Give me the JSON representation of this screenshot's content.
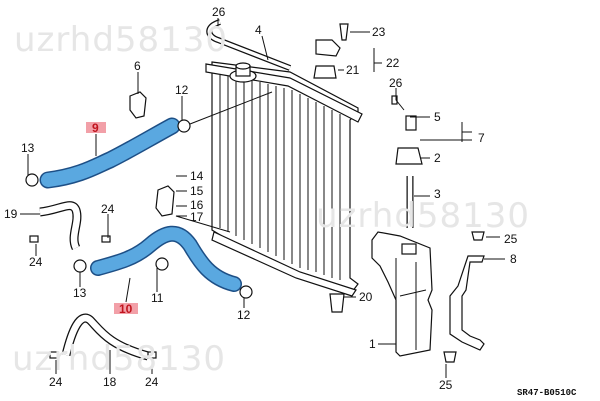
{
  "watermark": "uzrhd58130",
  "diagram_code": "SR47-B0510C",
  "colors": {
    "hose_highlight": "#5aa8e0",
    "label_highlight_bg": "#f2a0a8",
    "label_highlight_text": "#c0141e"
  },
  "callouts": {
    "c26a": "26",
    "c4": "4",
    "c23": "23",
    "c22": "22",
    "c21": "21",
    "c6": "6",
    "c12a": "12",
    "c26b": "26",
    "c5": "5",
    "c7": "7",
    "c2": "2",
    "c9": "9",
    "c13a": "13",
    "c14": "14",
    "c15": "15",
    "c16": "16",
    "c17": "17",
    "c3": "3",
    "c19": "19",
    "c24a": "24",
    "c25a": "25",
    "c8": "8",
    "c24b": "24",
    "c13b": "13",
    "c10": "10",
    "c11": "11",
    "c20": "20",
    "c12b": "12",
    "c1": "1",
    "c24c": "24",
    "c18": "18",
    "c24d": "24",
    "c25b": "25"
  }
}
